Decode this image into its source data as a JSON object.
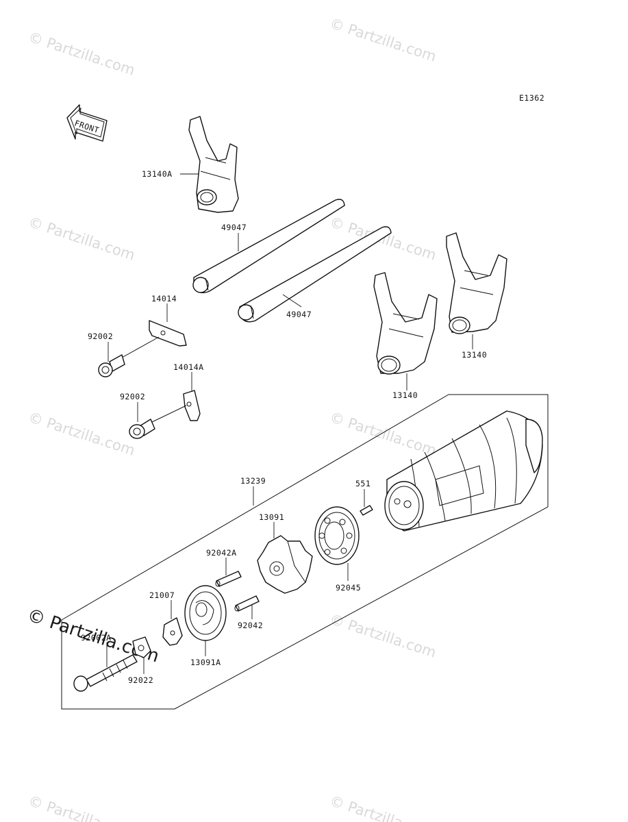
{
  "diagram_code": "E1362",
  "front_label": "FRONT",
  "watermark": "© Partzilla.com",
  "parts": {
    "fork_a": "13140A",
    "rod_1": "49047",
    "rod_2": "49047",
    "fork_b": "13140",
    "fork_c": "13140",
    "plate_a": "14014",
    "plate_b": "14014A",
    "bolt_a": "92002",
    "bolt_b": "92002",
    "drum_assembly": "13239",
    "pin_551": "551",
    "gear_13091": "13091",
    "bearing": "92045",
    "pin_92042a": "92042A",
    "pin_92042": "92042",
    "holder_21007": "21007",
    "cam_13091a": "13091A",
    "bolt_92002a": "92002A",
    "collar_92022": "92022"
  }
}
